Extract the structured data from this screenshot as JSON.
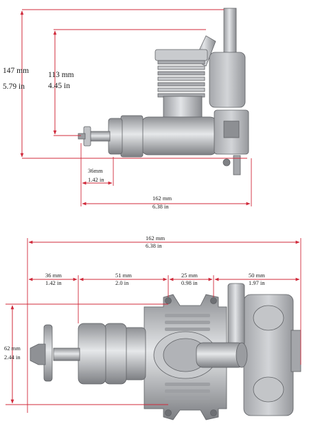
{
  "side_view": {
    "height_total": {
      "metric": "147 mm",
      "imperial": "5.79 in"
    },
    "height_to_shaft": {
      "metric": "113 mm",
      "imperial": "4.45 in"
    },
    "shaft_offset": {
      "metric": "36mm",
      "imperial": "1.42 in"
    },
    "overall_length": {
      "metric": "162 mm",
      "imperial": "6.38 in"
    }
  },
  "top_view": {
    "overall_length": {
      "metric": "162 mm",
      "imperial": "6.38 in"
    },
    "prop_to_mount": {
      "metric": "36 mm",
      "imperial": "1.42 in"
    },
    "mount_spacing": {
      "metric": "51 mm",
      "imperial": "2.0 in"
    },
    "bolt_spacing": {
      "metric": "25 mm",
      "imperial": "0.98 in"
    },
    "muffler": {
      "metric": "50 mm",
      "imperial": "1.97 in"
    },
    "width": {
      "metric": "62 mm",
      "imperial": "2.44 in"
    }
  },
  "colors": {
    "dimension_lines": "#d0293a",
    "metal": "#b7b9bd",
    "text": "#1a1a1a"
  }
}
